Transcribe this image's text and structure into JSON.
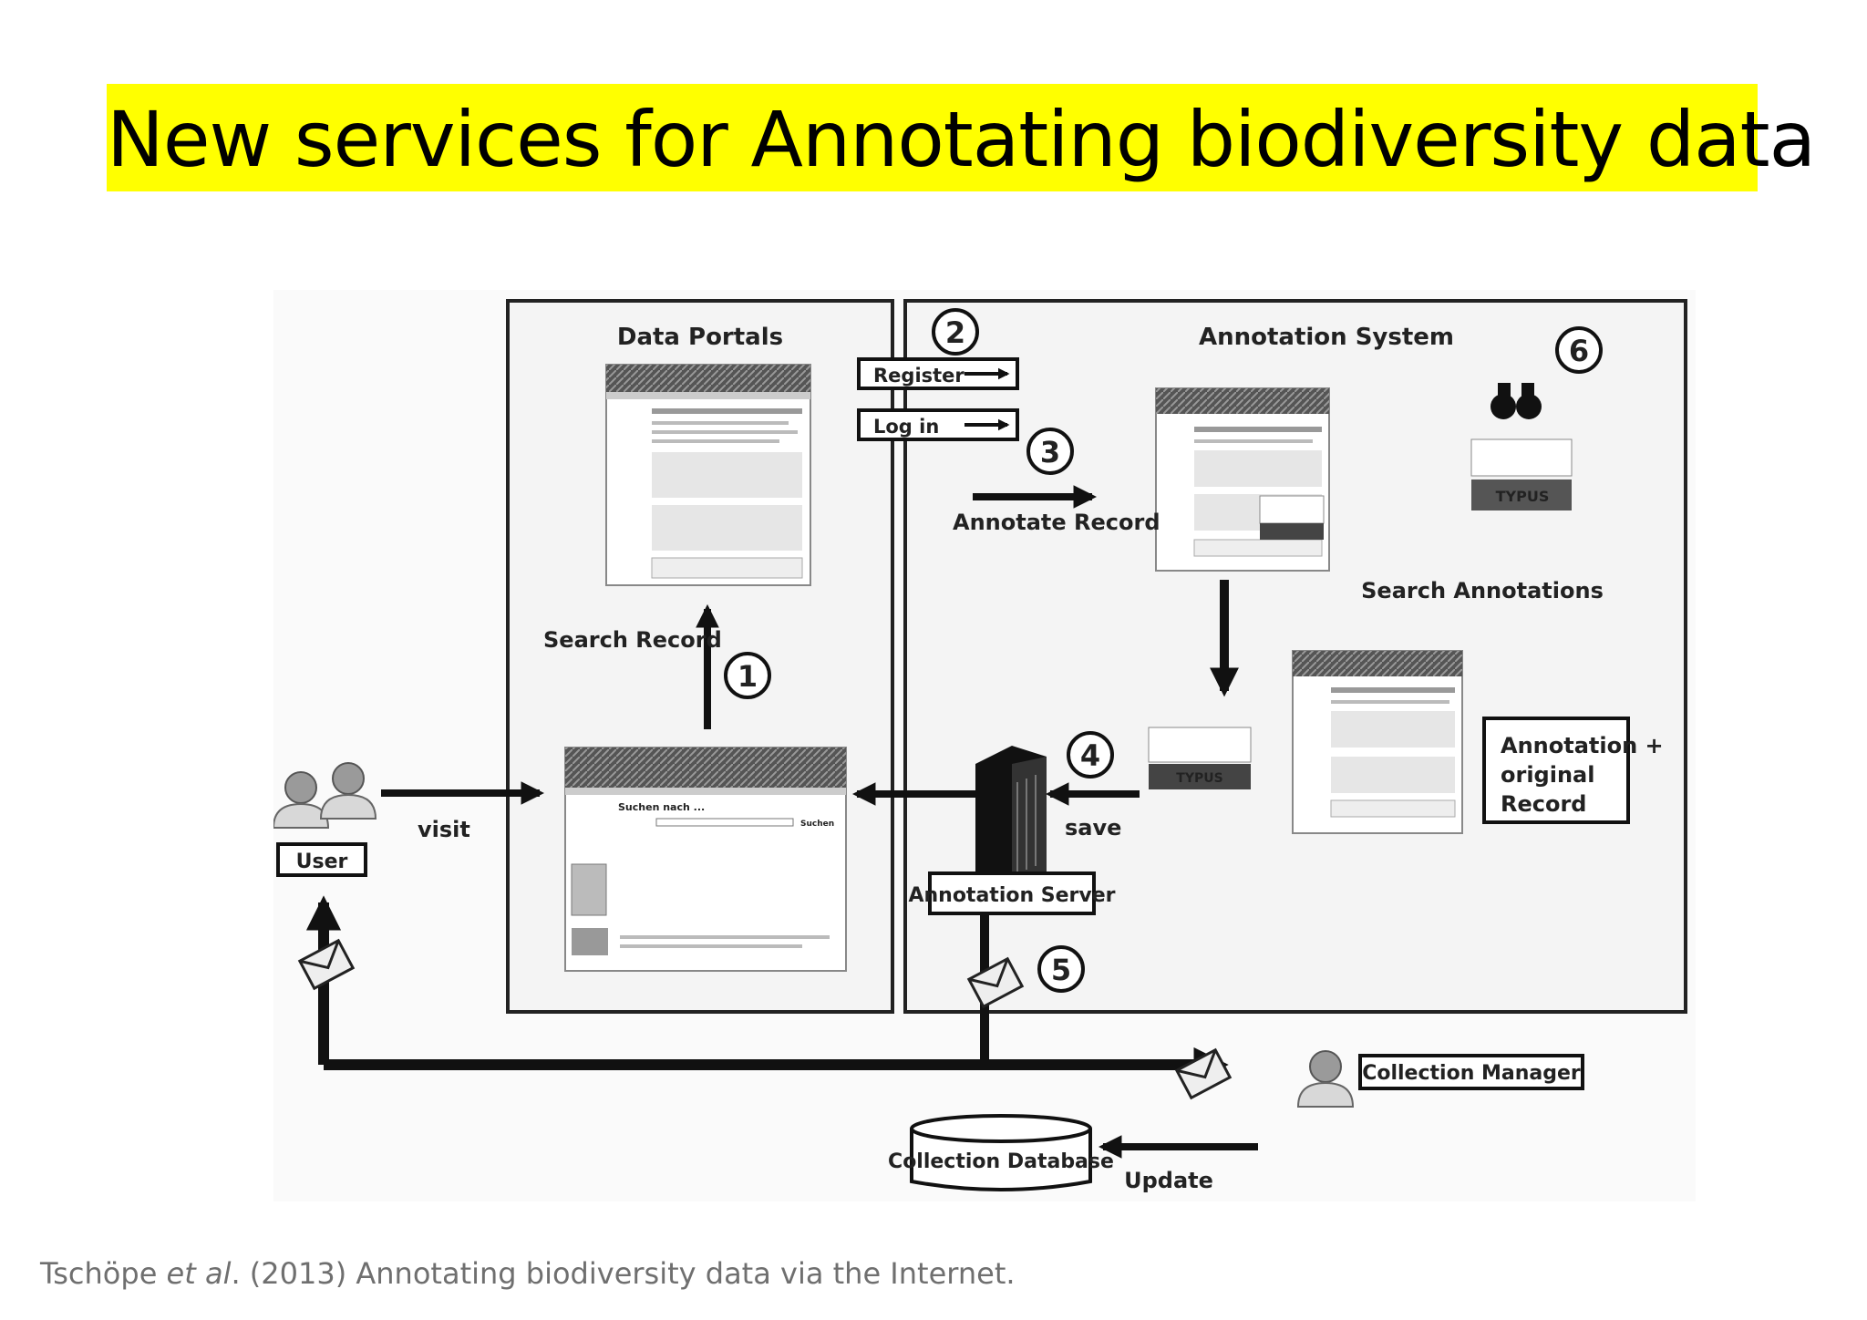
{
  "title": "New services for Annotating biodiversity data",
  "caption": {
    "authors": "Tschöpe ",
    "etal": "et al",
    "rest": ". (2013) Annotating biodiversity data via the Internet."
  },
  "diagram": {
    "data_portals_title": "Data Portals",
    "annotation_system_title": "Annotation System",
    "register": "Register",
    "login": "Log in",
    "annotate_record": "Annotate  Record",
    "search_record": "Search Record",
    "search_annotations": "Search Annotations",
    "visit": "visit",
    "user": "User",
    "save": "save",
    "annotation_server": "Annotation Server",
    "annotation_box_line1": "Annotation +",
    "annotation_box_line2": "original",
    "annotation_box_line3": "Record",
    "collection_manager": "Collection Manager",
    "collection_database": "Collection Database",
    "update": "Update",
    "step1": "1",
    "step2": "2",
    "step3": "3",
    "step4": "4",
    "step5": "5",
    "step6": "6",
    "search_label": "Suchen nach ...",
    "search_button": "Suchen",
    "typus_label": "TYPUS"
  }
}
